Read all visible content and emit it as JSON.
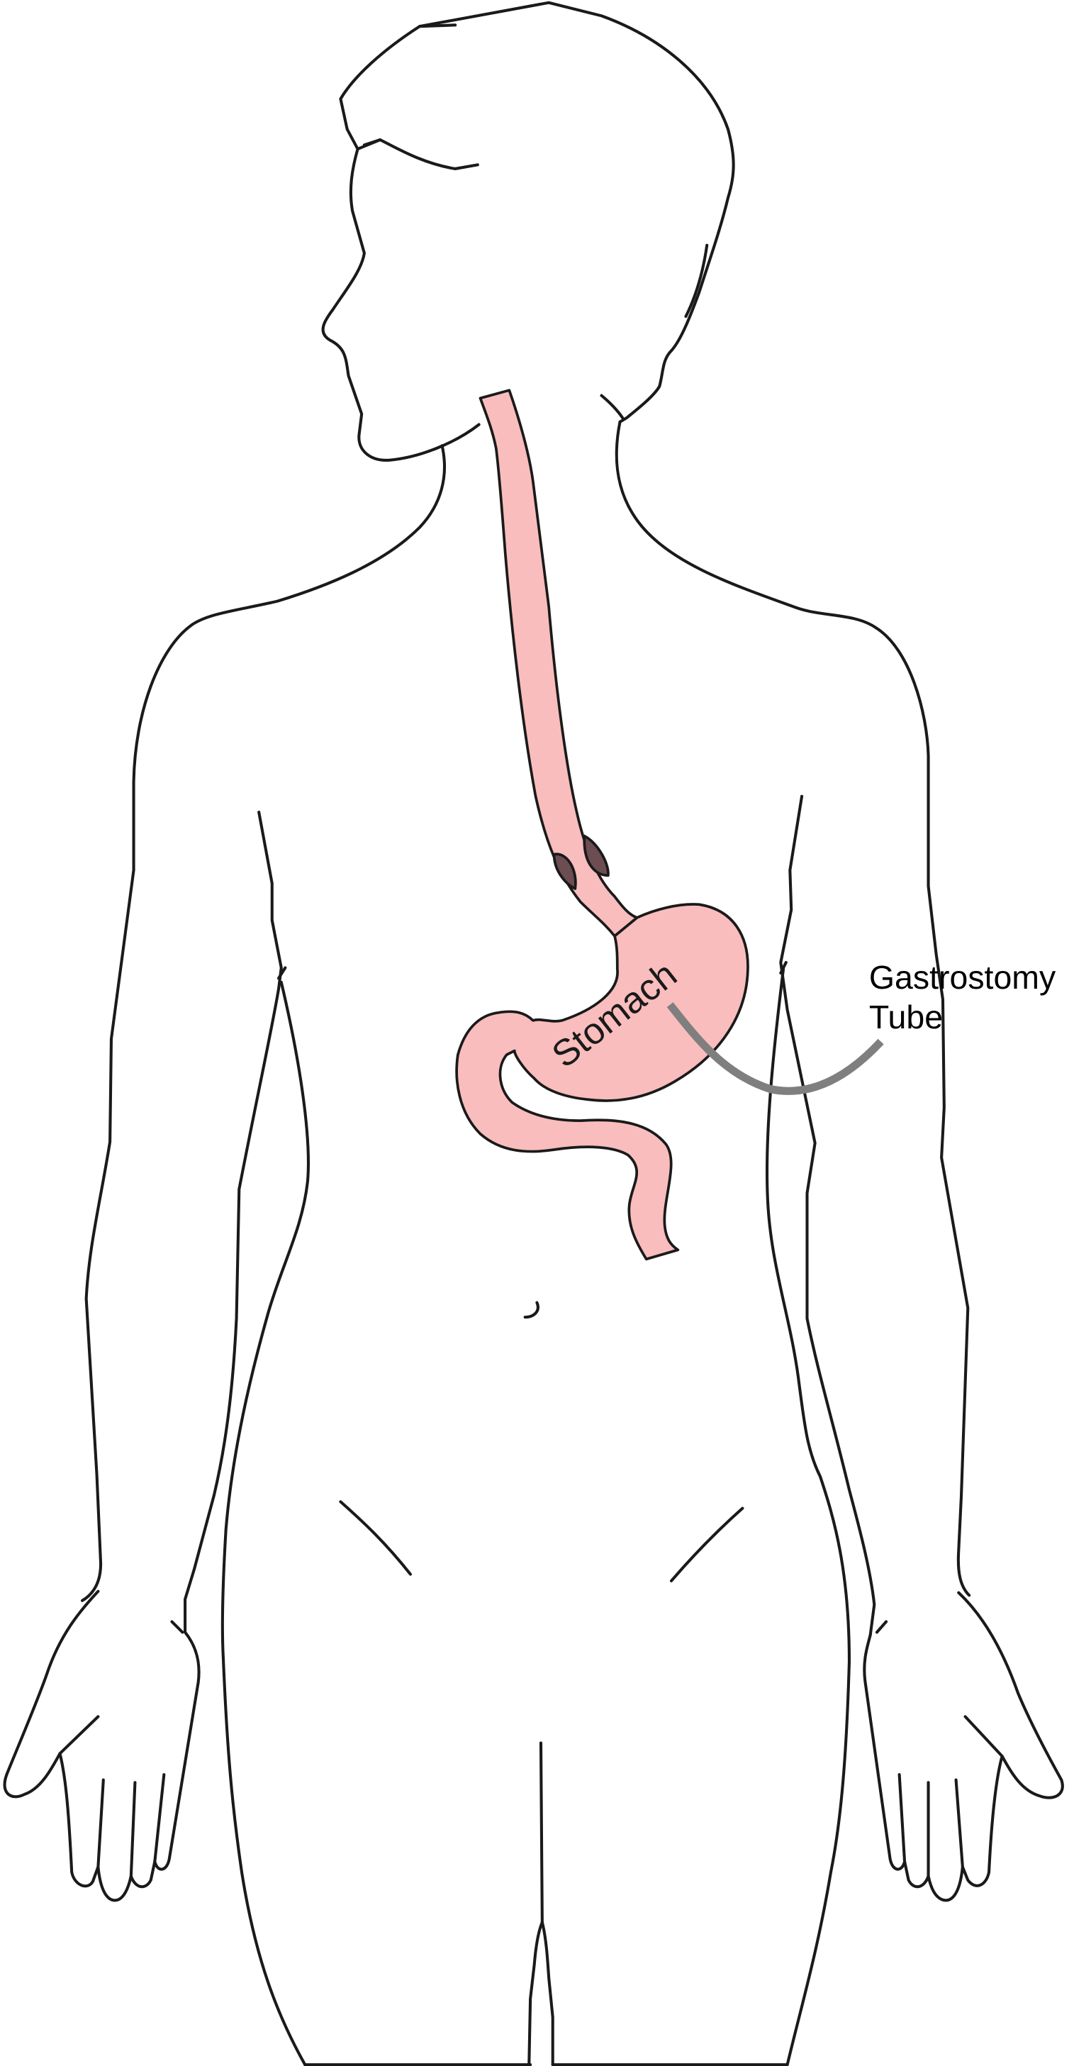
{
  "labels": {
    "organ": "Stomach",
    "device_line1": "Gastrostomy",
    "device_line2": "Tube"
  },
  "colors": {
    "outline": "#1a1a1a",
    "organ_fill": "#f9bdbd",
    "sphincter_fill": "#6b4d52",
    "tube": "#7f7f7f",
    "background": "#ffffff"
  }
}
